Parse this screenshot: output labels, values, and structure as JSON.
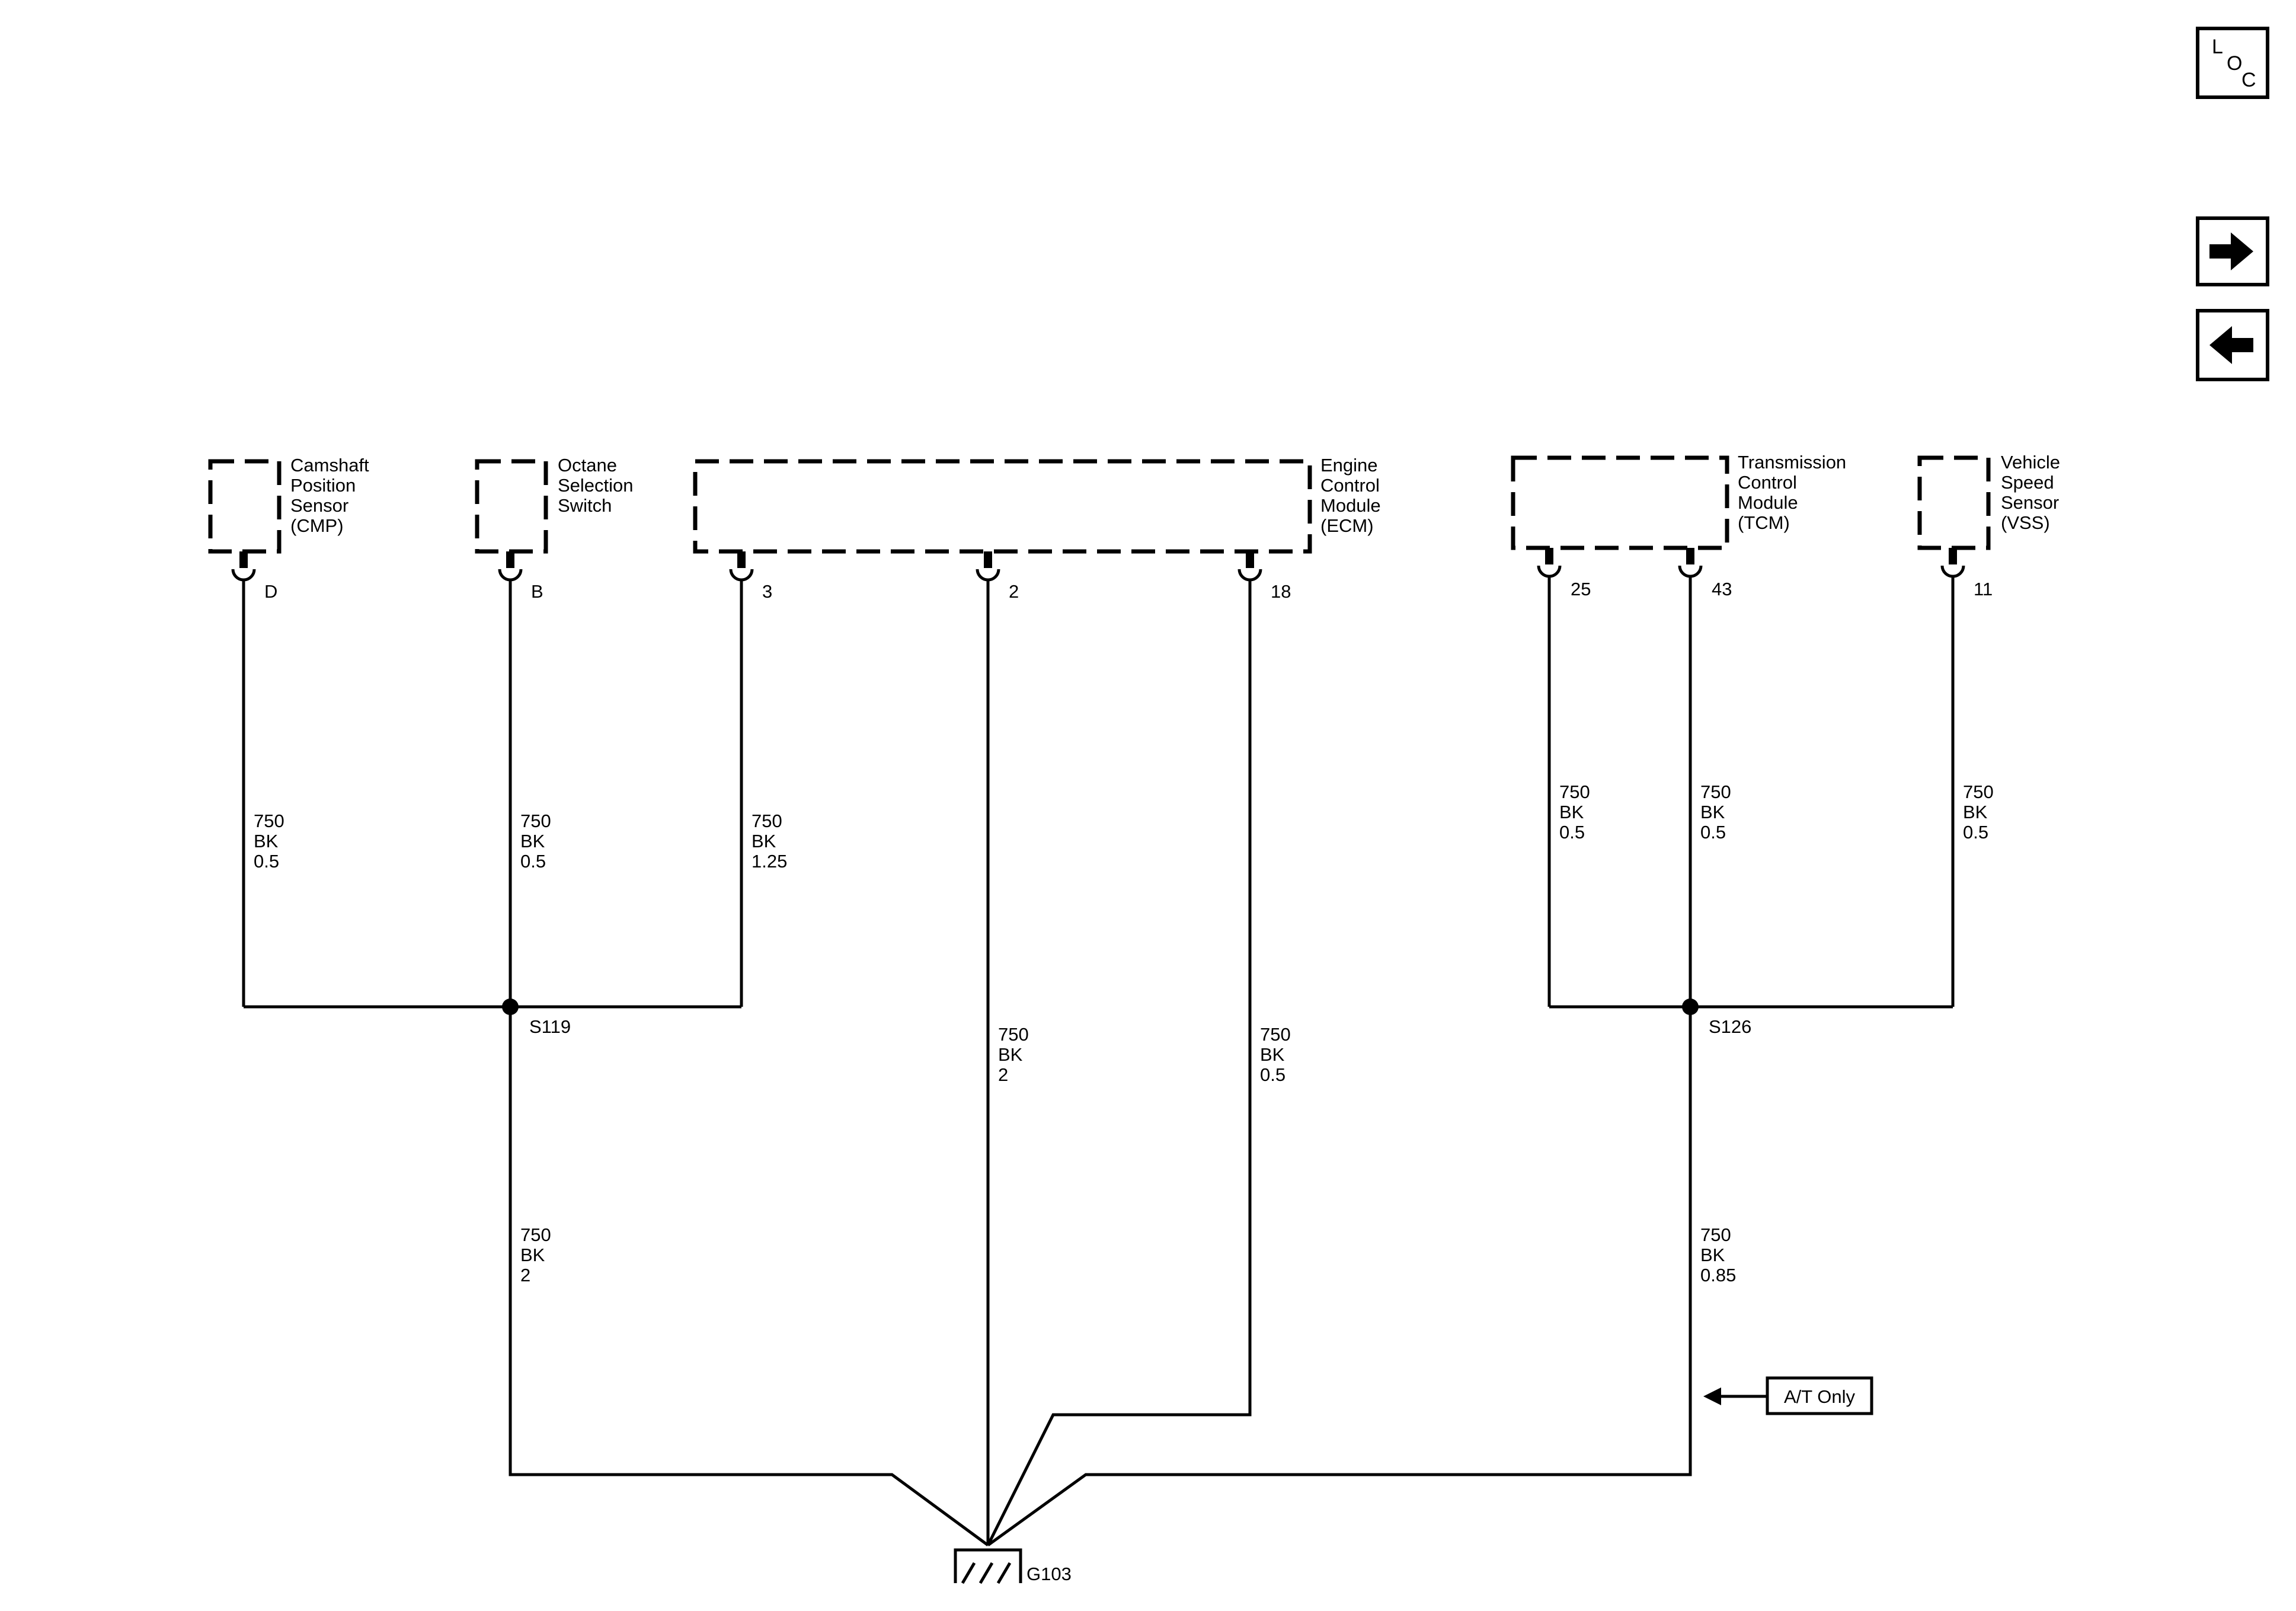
{
  "components": {
    "cmp": {
      "lines": [
        "Camshaft",
        "Position",
        "Sensor",
        "(CMP)"
      ],
      "pin": "D"
    },
    "octane": {
      "lines": [
        "Octane",
        "Selection",
        "Switch"
      ],
      "pin": "B"
    },
    "ecm": {
      "lines": [
        "Engine",
        "Control",
        "Module",
        "(ECM)"
      ],
      "pins": [
        "3",
        "2",
        "18"
      ]
    },
    "tcm": {
      "lines": [
        "Transmission",
        "Control",
        "Module",
        "(TCM)"
      ],
      "pins": [
        "25",
        "43"
      ]
    },
    "vss": {
      "lines": [
        "Vehicle",
        "Speed",
        "Sensor",
        "(VSS)"
      ],
      "pin": "11"
    }
  },
  "wires": {
    "cmp_d": [
      "750",
      "BK",
      "0.5"
    ],
    "oct_b": [
      "750",
      "BK",
      "0.5"
    ],
    "ecm_3": [
      "750",
      "BK",
      "1.25"
    ],
    "ecm_2": [
      "750",
      "BK",
      "2"
    ],
    "ecm_18": [
      "750",
      "BK",
      "0.5"
    ],
    "s119_g103": [
      "750",
      "BK",
      "2"
    ],
    "tcm_25": [
      "750",
      "BK",
      "0.5"
    ],
    "tcm_43": [
      "750",
      "BK",
      "0.5"
    ],
    "vss_11": [
      "750",
      "BK",
      "0.5"
    ],
    "s126_g103": [
      "750",
      "BK",
      "0.85"
    ]
  },
  "splices": {
    "s119": "S119",
    "s126": "S126"
  },
  "ground": "G103",
  "note": "A/T Only",
  "nav": {
    "loc": {
      "l": "L",
      "o": "O",
      "c": "C"
    },
    "next_icon": "right-arrow",
    "prev_icon": "left-arrow"
  }
}
